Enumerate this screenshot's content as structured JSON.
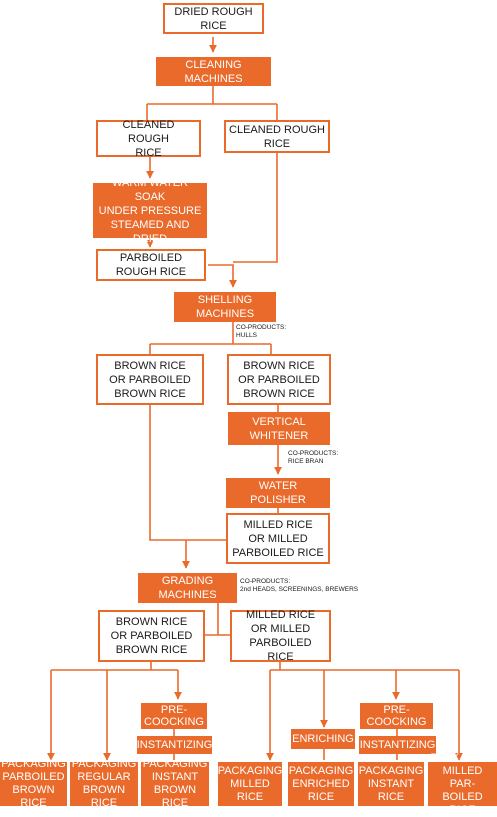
{
  "colors": {
    "accent": "#e96a2b",
    "text": "#1a1a1a",
    "background": "#ffffff"
  },
  "nodes": {
    "dried_rough_rice": "DRIED ROUGH RICE",
    "cleaning_machines": "CLEANING MACHINES",
    "cleaned_rough_rice_left": "CLEANED ROUGH\nRICE",
    "cleaned_rough_rice_right": "CLEANED ROUGH\nRICE",
    "warm_water_soak": "WARM WATER SOAK\nUNDER PRESSURE\nSTEAMED AND DRIED",
    "parboiled_rough_rice": "PARBOILED\nROUGH RICE",
    "shelling_machines": "SHELLING\nMACHINES",
    "brown_rice_left": "BROWN RICE\nOR PARBOILED\nBROWN RICE",
    "brown_rice_right": "BROWN RICE\nOR PARBOILED\nBROWN RICE",
    "vertical_whitener": "VERTICAL\nWHITENER",
    "water_polisher": "WATER\nPOLISHER",
    "milled_rice_upper": "MILLED RICE\nOR MILLED\nPARBOILED RICE",
    "grading_machines": "GRADING\nMACHINES",
    "brown_rice_graded": "BROWN RICE\nOR PARBOILED\nBROWN RICE",
    "milled_rice_graded": "MILLED RICE\nOR MILLED\nPARBOILED RICE",
    "pre_coocking_left": "PRE-\nCOOCKING",
    "instantizing_left": "INSTANTIZING",
    "enriching": "ENRICHING",
    "pre_coocking_right": "PRE-\nCOOCKING",
    "instantizing_right": "INSTANTIZING",
    "pkg_parboiled_brown": "PACKAGING\nPARBOILED\nBROWN RICE",
    "pkg_regular_brown": "PACKAGING\nREGULAR\nBROWN RICE",
    "pkg_instant_brown": "PACKAGING\nINSTANT\nBROWN RICE",
    "pkg_milled": "PACKAGING\nMILLED\nRICE",
    "pkg_enriched": "PACKAGING\nENRICHED\nRICE",
    "pkg_instant": "PACKAGING\nINSTANT\nRICE",
    "pkg_milled_parboiled": "PACKAGING\nMILLED PAR-\nBOILED RICE"
  },
  "notes": {
    "hulls": "CO-PRODUCTS:\nHULLS",
    "rice_bran": "CO-PRODUCTS:\nRICE BRAN",
    "grading": "CO-PRODUCTS:\n2nd HEADS, SCREENINGS, BREWERS"
  }
}
